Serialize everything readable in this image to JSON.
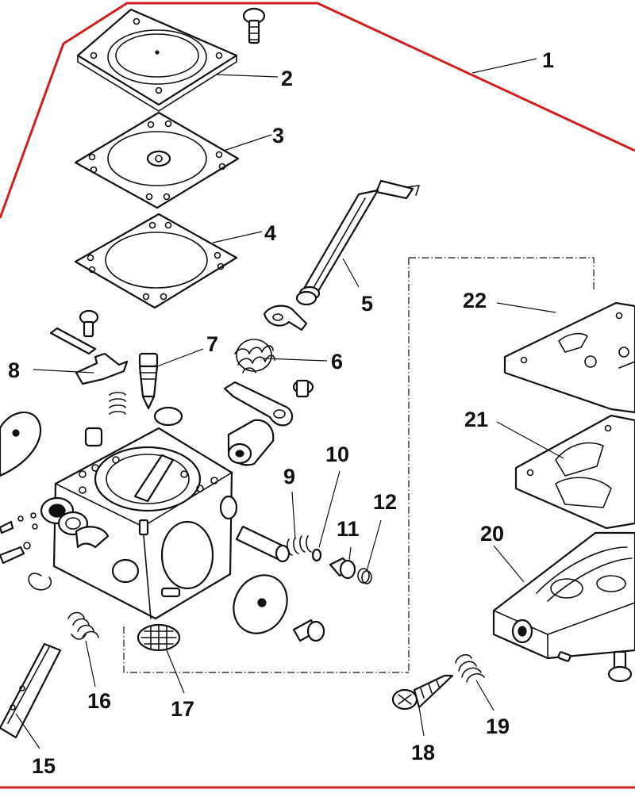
{
  "colors": {
    "boundary": "#d01f1f",
    "line": "#111111",
    "background": "#ffffff"
  },
  "callouts": [
    {
      "number": "1"
    },
    {
      "number": "2"
    },
    {
      "number": "3"
    },
    {
      "number": "4"
    },
    {
      "number": "5"
    },
    {
      "number": "6"
    },
    {
      "number": "7"
    },
    {
      "number": "8"
    },
    {
      "number": "9"
    },
    {
      "number": "10"
    },
    {
      "number": "11"
    },
    {
      "number": "12"
    },
    {
      "number": "15"
    },
    {
      "number": "16"
    },
    {
      "number": "17"
    },
    {
      "number": "18"
    },
    {
      "number": "19"
    },
    {
      "number": "20"
    },
    {
      "number": "21"
    },
    {
      "number": "22"
    }
  ]
}
